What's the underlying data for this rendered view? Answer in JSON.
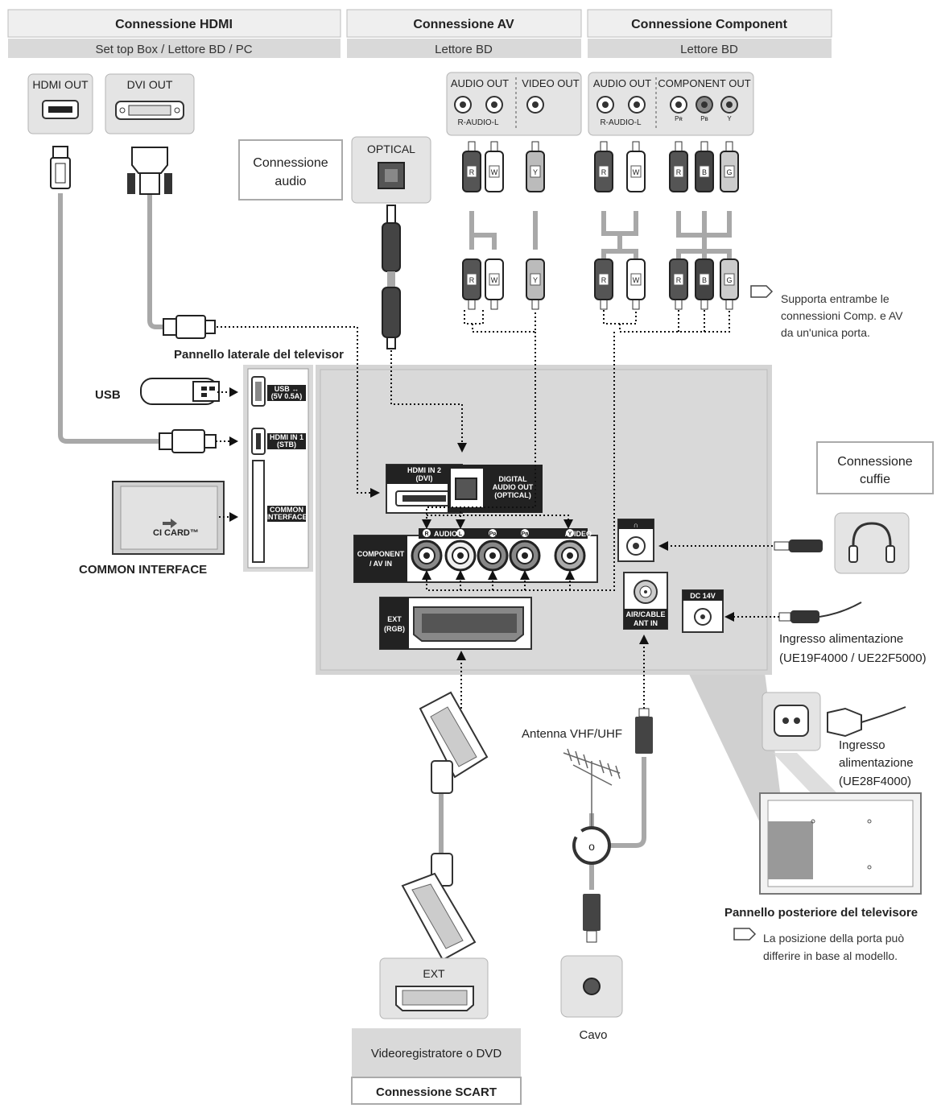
{
  "headers": {
    "hdmi": {
      "title": "Connessione HDMI",
      "subtitle": "Set top Box / Lettore BD / PC"
    },
    "av": {
      "title": "Connessione AV",
      "subtitle": "Lettore BD"
    },
    "component": {
      "title": "Connessione Component",
      "subtitle": "Lettore BD"
    }
  },
  "source_ports": {
    "hdmi_out": "HDMI OUT",
    "dvi_out": "DVI OUT",
    "optical": "OPTICAL",
    "av_audio_out": "AUDIO OUT",
    "av_video_out": "VIDEO OUT",
    "comp_audio_out": "AUDIO OUT",
    "component_out": "COMPONENT OUT",
    "r_audio_l_1": "R-AUDIO-L",
    "r_audio_l_2": "R-AUDIO-L",
    "pr": "Pʀ",
    "pb": "Pʙ",
    "y": "Y"
  },
  "plug_letters": {
    "av": [
      "R",
      "W",
      "Y"
    ],
    "comp": [
      "R",
      "W",
      "R",
      "B",
      "G"
    ]
  },
  "boxes": {
    "audio": "Connessione audio",
    "audio_line1": "Connessione",
    "audio_line2": "audio",
    "headphones_line1": "Connessione",
    "headphones_line2": "cuffie"
  },
  "note_av": [
    "Supporta entrambe le",
    "connessioni Comp. e AV",
    "da un'unica porta."
  ],
  "labels": {
    "side_panel": "Pannello laterale del televisor",
    "usb": "USB",
    "common_interface": "COMMON INTERFACE",
    "ci_card": "CI CARD™",
    "power_input_1": "Ingresso alimentazione",
    "power_models_1": "(UE19F4000 / UE22F5000)",
    "power_input_2a": "Ingresso",
    "power_input_2b": "alimentazione",
    "power_models_2": "(UE28F4000)",
    "antenna": "Antenna VHF/UHF",
    "cable": "Cavo",
    "rear_panel": "Pannello posteriore del televisore",
    "ext": "EXT",
    "vcr_dvd": "Videoregistratore o DVD",
    "scart": "Connessione SCART"
  },
  "note_rear": [
    "La posizione della porta può",
    "differire in base al modello."
  ],
  "tv_ports": {
    "usb_1": "USB ↔",
    "usb_2": "(5V 0.5A)",
    "hdmi1_1": "HDMI IN 1",
    "hdmi1_2": "(STB)",
    "ci_1": "COMMON",
    "ci_2": "INTERFACE",
    "hdmi2_1": "HDMI IN 2",
    "hdmi2_2": "(DVI)",
    "dao_1": "DIGITAL",
    "dao_2": "AUDIO OUT",
    "dao_3": "(OPTICAL)",
    "comp_1": "COMPONENT",
    "comp_2": "/ AV IN",
    "audio": "AUDIO",
    "video": "/ VIDEO",
    "jack_r": "R",
    "jack_l": "L",
    "jack_pr": "Pʀ",
    "jack_pb": "Pʙ",
    "jack_y": "Y",
    "ext_1": "EXT",
    "ext_2": "(RGB)",
    "air_1": "AIR/CABLE",
    "air_2": "ANT IN",
    "dc": "DC 14V"
  },
  "colors": {
    "header_bg": "#eeeeee",
    "subheader_bg": "#d9d9d9",
    "panel_gray": "#d4d4d4",
    "port_box": "#e4e4e4",
    "dark": "#222222",
    "cable_gray": "#a8a8a8"
  }
}
